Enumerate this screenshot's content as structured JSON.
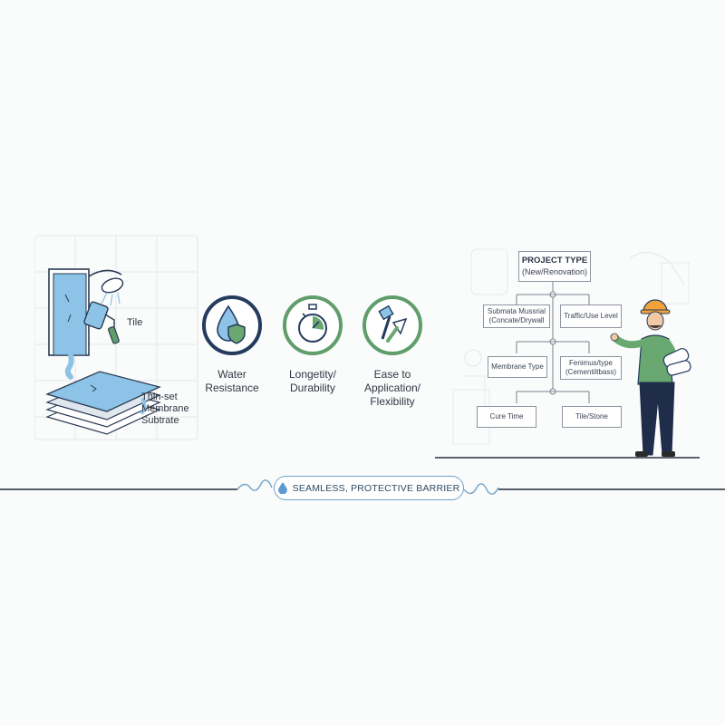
{
  "layers": {
    "tile": "Tile",
    "thinset": "Thin-set",
    "membrane": "Membrane",
    "substrate": "Subtrate"
  },
  "features": [
    {
      "icon": "water-shield-icon",
      "line1": "Water",
      "line2": "Resistance",
      "line3": ""
    },
    {
      "icon": "stopwatch-icon",
      "line1": "Longetity/",
      "line2": "Durability",
      "line3": ""
    },
    {
      "icon": "trowel-brush-icon",
      "line1": "Ease to",
      "line2": "Application/",
      "line3": "Flexibility"
    }
  ],
  "flowchart": {
    "root": {
      "line1": "PROJECT TYPE",
      "line2": "(New/Renovation)"
    },
    "substrate": {
      "line1": "Submata Mussrial",
      "line2": "(Concate/Drywall"
    },
    "traffic": {
      "line1": "Traffic/Use Level"
    },
    "membrane_type": {
      "line1": "Membrane Type"
    },
    "fenimus": {
      "line1": "Fenimus/type",
      "line2": "(Cementiltbass)"
    },
    "cure": {
      "line1": "Cure Time"
    },
    "tile_stone": {
      "line1": "Tile/Stone"
    }
  },
  "banner": {
    "text": "SEAMLESS, PROTECTIVE BARRIER"
  },
  "colors": {
    "navy": "#243b5e",
    "green": "#5f9e6b",
    "water_blue": "#8cc3e6",
    "person_shirt": "#6aa871",
    "helmet": "#f2a23a"
  }
}
